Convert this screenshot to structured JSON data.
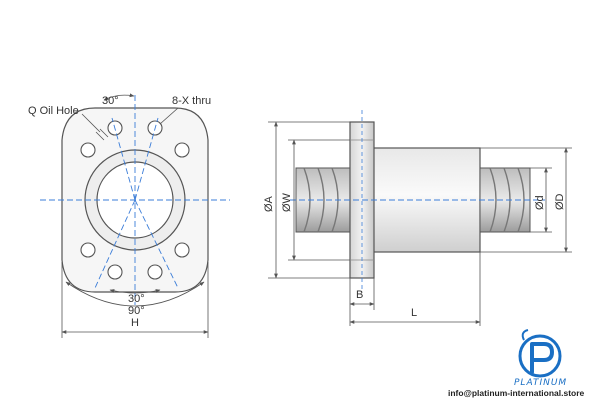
{
  "diagram": {
    "labels": {
      "oil_hole": "Q Oil Hole",
      "bolt_holes": "8-X thru",
      "angle_top": "30°",
      "angle_bottom": "30°",
      "angle_90": "90°",
      "height": "H",
      "diameter_a": "ØA",
      "diameter_w": "ØW",
      "diameter_d_small": "Ød",
      "diameter_d_large": "ØD",
      "flange_width": "B",
      "length": "L"
    }
  },
  "brand": {
    "logo_text": "PLATINUM",
    "website": "info@platinum-international.store",
    "logo_color": "#1a6fc4"
  },
  "colors": {
    "line": "#555555",
    "centerline": "#3b7dd8"
  }
}
